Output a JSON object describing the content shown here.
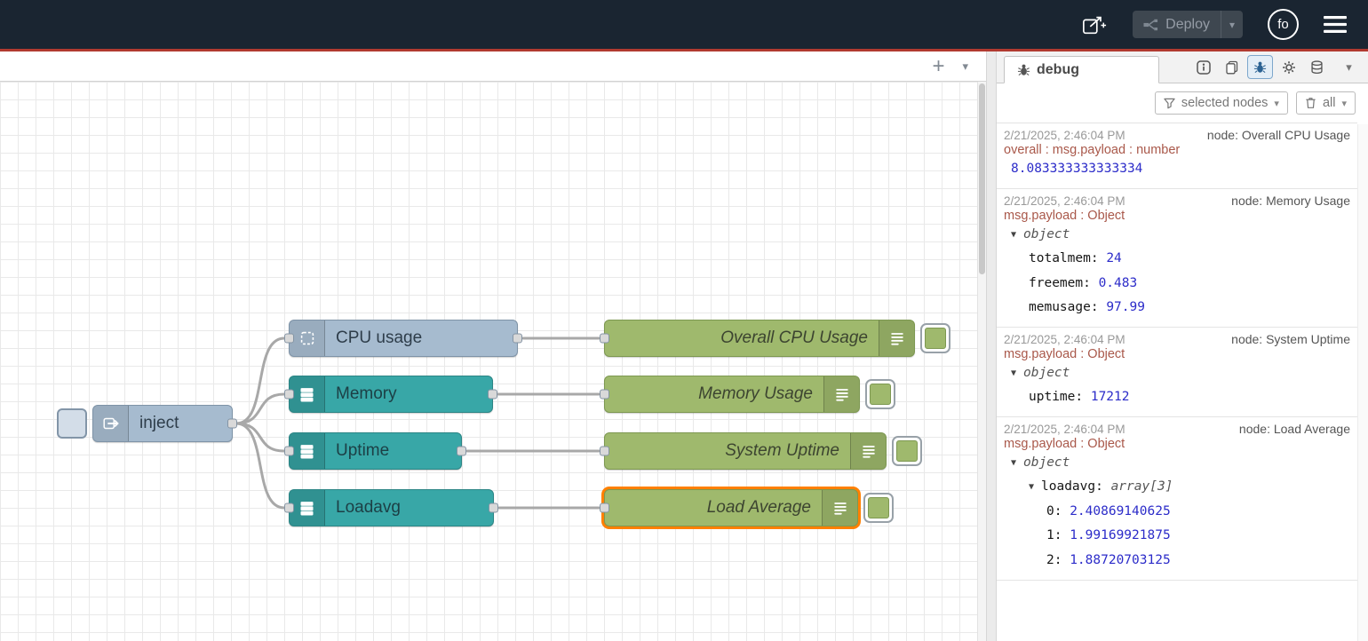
{
  "colors": {
    "header_bg": "#1a2531",
    "accent_red": "#b13a30",
    "node_blue": "#a6bbcf",
    "node_teal": "#38a7a7",
    "node_green": "#9fb96d",
    "selection_orange": "#ff8000",
    "value_blue": "#2c2cc9",
    "property_red": "#a9584a",
    "wire_gray": "#a8a8a8"
  },
  "icons": {
    "plus": "+",
    "chevron_down": "▾",
    "caret_down": "▼"
  },
  "header": {
    "deploy_label": "Deploy",
    "user_initials": "fo"
  },
  "canvas": {
    "nodes": {
      "inject": {
        "label": "inject"
      },
      "cpu": {
        "label": "CPU usage"
      },
      "memory": {
        "label": "Memory"
      },
      "uptime": {
        "label": "Uptime"
      },
      "loadavg": {
        "label": "Loadavg"
      },
      "out_cpu": {
        "label": "Overall CPU Usage"
      },
      "out_memory": {
        "label": "Memory Usage"
      },
      "out_uptime": {
        "label": "System Uptime"
      },
      "out_load": {
        "label": "Load Average"
      }
    }
  },
  "sidebar": {
    "tab_label": "debug",
    "filter_button_label": "selected nodes",
    "clear_button_label": "all",
    "messages": [
      {
        "timestamp": "2/21/2025, 2:46:04 PM",
        "node": "node: Overall CPU Usage",
        "property": "overall : msg.payload : number",
        "lines": [
          {
            "indent": 0,
            "caret": false,
            "parts": [
              {
                "cls": "num",
                "text": "8.083333333333334"
              }
            ]
          }
        ]
      },
      {
        "timestamp": "2/21/2025, 2:46:04 PM",
        "node": "node: Memory Usage",
        "property": "msg.payload : Object",
        "lines": [
          {
            "indent": 0,
            "caret": true,
            "parts": [
              {
                "cls": "obj",
                "text": "object"
              }
            ]
          },
          {
            "indent": 1,
            "caret": false,
            "parts": [
              {
                "cls": "key",
                "text": "totalmem: "
              },
              {
                "cls": "num",
                "text": "24"
              }
            ]
          },
          {
            "indent": 1,
            "caret": false,
            "parts": [
              {
                "cls": "key",
                "text": "freemem: "
              },
              {
                "cls": "num",
                "text": "0.483"
              }
            ]
          },
          {
            "indent": 1,
            "caret": false,
            "parts": [
              {
                "cls": "key",
                "text": "memusage: "
              },
              {
                "cls": "num",
                "text": "97.99"
              }
            ]
          }
        ]
      },
      {
        "timestamp": "2/21/2025, 2:46:04 PM",
        "node": "node: System Uptime",
        "property": "msg.payload : Object",
        "lines": [
          {
            "indent": 0,
            "caret": true,
            "parts": [
              {
                "cls": "obj",
                "text": "object"
              }
            ]
          },
          {
            "indent": 1,
            "caret": false,
            "parts": [
              {
                "cls": "key",
                "text": "uptime: "
              },
              {
                "cls": "num",
                "text": "17212"
              }
            ]
          }
        ]
      },
      {
        "timestamp": "2/21/2025, 2:46:04 PM",
        "node": "node: Load Average",
        "property": "msg.payload : Object",
        "lines": [
          {
            "indent": 0,
            "caret": true,
            "parts": [
              {
                "cls": "obj",
                "text": "object"
              }
            ]
          },
          {
            "indent": 1,
            "caret": true,
            "parts": [
              {
                "cls": "key",
                "text": "loadavg: "
              },
              {
                "cls": "obj",
                "text": "array[3]"
              }
            ]
          },
          {
            "indent": 2,
            "caret": false,
            "parts": [
              {
                "cls": "key",
                "text": "0: "
              },
              {
                "cls": "num",
                "text": "2.40869140625"
              }
            ]
          },
          {
            "indent": 2,
            "caret": false,
            "parts": [
              {
                "cls": "key",
                "text": "1: "
              },
              {
                "cls": "num",
                "text": "1.99169921875"
              }
            ]
          },
          {
            "indent": 2,
            "caret": false,
            "parts": [
              {
                "cls": "key",
                "text": "2: "
              },
              {
                "cls": "num",
                "text": "1.88720703125"
              }
            ]
          }
        ]
      }
    ]
  }
}
